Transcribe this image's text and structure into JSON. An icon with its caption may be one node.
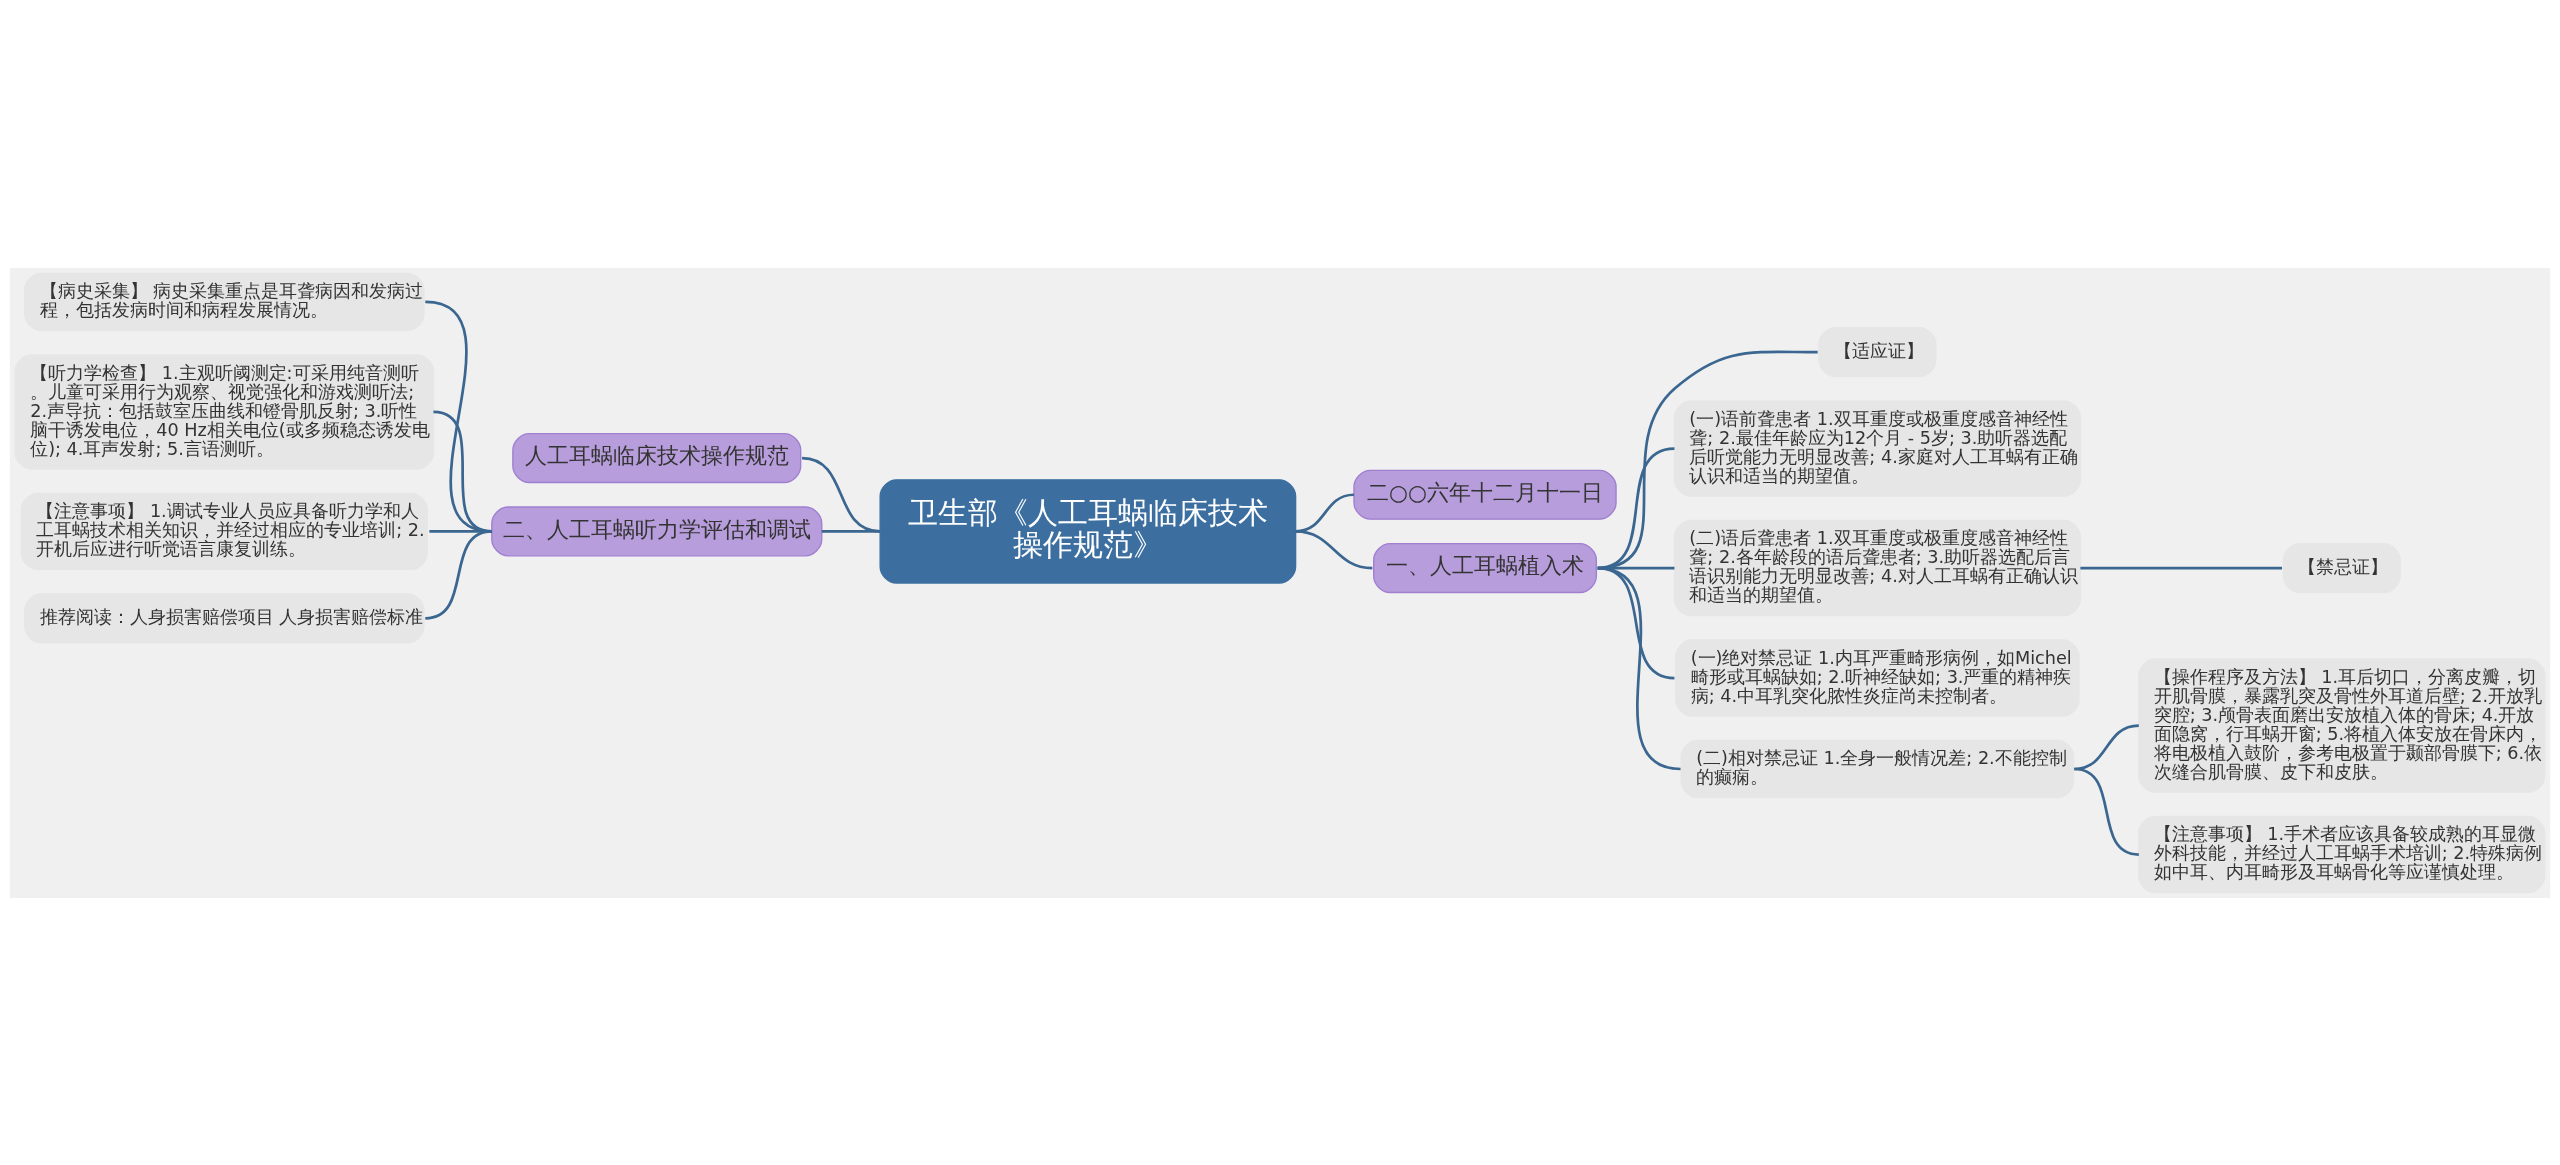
{
  "diagram": {
    "nodes": [
      {
        "text": [
          "卫生部《人工耳蜗临床技术操作规范》"
        ]
      },
      {
        "text": [
          "人工耳蜗临床技术操作规范"
        ]
      },
      {
        "text": [
          "二、人工耳蜗听力学评估和调试"
        ]
      },
      {
        "text": [
          "【病史采集】 病史采集重点是耳聋病因和发病过程，包括发病时间和病程发展情况。"
        ]
      },
      {
        "text": [
          "【听力学检查】 1.主观听阈测定:可采用纯音测听。儿童可采用行为观察、视觉强化和游戏测听法; 2.声导抗：包括鼓室压曲线和镫骨肌反射; 3.听性脑干诱发电位，40 Hz相关电位(或多频稳态诱发电位); 4.耳声发射; 5.言语测听。"
        ]
      },
      {
        "text": [
          "【注意事项】 1.调试专业人员应具备听力学和人工耳蜗技术相关知识，并经过相应的专业培训; 2.开机后应进行听觉语言康复训练。"
        ]
      },
      {
        "text": [
          "推荐阅读：人身损害赔偿项目 人身损害赔偿标准"
        ]
      },
      {
        "text": [
          "二○○六年十二月十一日"
        ]
      },
      {
        "text": [
          "一、人工耳蜗植入术"
        ]
      },
      {
        "text": [
          "【适应证】"
        ]
      },
      {
        "text": [
          "(一)语前聋患者 1.双耳重度或极重度感音神经性聋; 2.最佳年龄应为12个月 - 5岁; 3.助听器选配后听觉能力无明显改善; 4.家庭对人工耳蜗有正确认识和适当的期望值。"
        ]
      },
      {
        "text": [
          "(二)语后聋患者 1.双耳重度或极重度感音神经性聋; 2.各年龄段的语后聋患者; 3.助听器选配后言语识别能力无明显改善; 4.对人工耳蜗有正确认识和适当的期望值。"
        ]
      },
      {
        "text": [
          "【禁忌证】"
        ]
      },
      {
        "text": [
          "(一)绝对禁忌证 1.内耳严重畸形病例，如Michel畸形或耳蜗缺如; 2.听神经缺如; 3.严重的精神疾病; 4.中耳乳突化脓性炎症尚未控制者。"
        ]
      },
      {
        "text": [
          "(二)相对禁忌证 1.全身一般情况差; 2.不能控制的癫痫。"
        ]
      },
      {
        "text": [
          "【操作程序及方法】 1.耳后切口，分离皮瓣，切开肌骨膜，暴露乳突及骨性外耳道后壁; 2.开放乳突腔; 3.颅骨表面磨出安放植入体的骨床; 4.开放面隐窝，行耳蜗开窗; 5.将植入体安放在骨床内，将电极植入鼓阶，参考电极置于颞部骨膜下; 6.依次缝合肌骨膜、皮下和皮肤。"
        ]
      },
      {
        "text": [
          "【注意事项】 1.手术者应该具备较成熟的耳显微外科技能，并经过人工耳蜗手术培训; 2.特殊病例如中耳、内耳畸形及耳蜗骨化等应谨慎处理。"
        ]
      }
    ],
    "edges": [
      {
        "from": 0,
        "to": 1,
        "arrow": "none"
      },
      {
        "from": 0,
        "to": 2,
        "arrow": "none"
      },
      {
        "from": 2,
        "to": 3,
        "arrow": "none"
      },
      {
        "from": 2,
        "to": 4,
        "arrow": "none"
      },
      {
        "from": 2,
        "to": 5,
        "arrow": "none"
      },
      {
        "from": 2,
        "to": 6,
        "arrow": "none"
      },
      {
        "from": 0,
        "to": 7,
        "arrow": "none"
      },
      {
        "from": 0,
        "to": 8,
        "arrow": "none"
      },
      {
        "from": 8,
        "to": 9,
        "arrow": "none"
      },
      {
        "from": 8,
        "to": 10,
        "arrow": "none"
      },
      {
        "from": 8,
        "to": 11,
        "arrow": "none"
      },
      {
        "from": 11,
        "to": 12,
        "arrow": "none"
      },
      {
        "from": 8,
        "to": 13,
        "arrow": "none"
      },
      {
        "from": 8,
        "to": 14,
        "arrow": "none"
      },
      {
        "from": 14,
        "to": 15,
        "arrow": "none"
      },
      {
        "from": 14,
        "to": 16,
        "arrow": "none"
      }
    ]
  }
}
